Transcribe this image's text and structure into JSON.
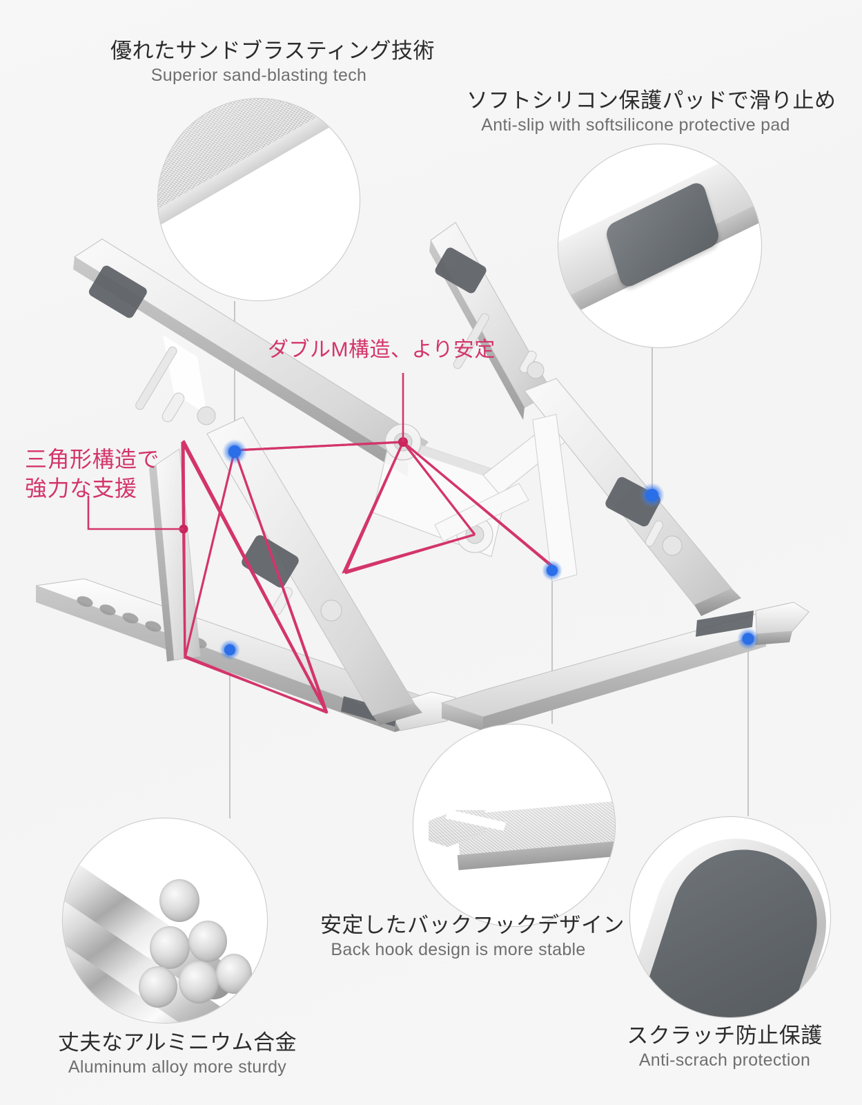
{
  "page": {
    "title": "Laptop stand feature infographic",
    "background_color": "#f5f5f5",
    "accent_pink": "#d3356b",
    "accent_blue": "#2a6ee8",
    "text_dark": "#2c2c2c",
    "text_grey": "#6f6f6f",
    "circle_border": "#c9c9c9"
  },
  "callouts": [
    {
      "id": "sand-blasting",
      "jp": "優れたサンドブラスティング技術",
      "en": "Superior sand-blasting tech",
      "anchor_dot_color": "#2a6ee8",
      "magnifier_subject": "sand-blasted-aluminium-bar"
    },
    {
      "id": "anti-slip-pad",
      "jp": "ソフトシリコン保護パッドで滑り止め",
      "en": "Anti-slip with softsilicone protective pad",
      "anchor_dot_color": "#2a6ee8",
      "magnifier_subject": "silicone-protective-pad"
    },
    {
      "id": "double-m",
      "jp": "ダブルM構造、より安定",
      "en": "",
      "anchor_dot_color": "#d3356b",
      "magnifier_subject": ""
    },
    {
      "id": "triangle-support",
      "jp_line1": "三角形構造で",
      "jp_line2": "強力な支援",
      "en": "",
      "anchor_dot_color": "#d3356b",
      "magnifier_subject": ""
    },
    {
      "id": "back-hook",
      "jp": "安定したバックフックデザイン",
      "en": "Back hook design is more stable",
      "anchor_dot_color": "#2a6ee8",
      "magnifier_subject": "back-hook-tip"
    },
    {
      "id": "aluminium-alloy",
      "jp": "丈夫なアルミニウム合金",
      "en": "Aluminum alloy more sturdy",
      "anchor_dot_color": "#2a6ee8",
      "magnifier_subject": "aluminium-rod-bundle"
    },
    {
      "id": "anti-scratch",
      "jp": "スクラッチ防止保護",
      "en": "Anti-scrach protection",
      "anchor_dot_color": "#2a6ee8",
      "magnifier_subject": "anti-scratch-rubber-pad"
    }
  ],
  "product": {
    "name": "foldable aluminium laptop stand",
    "finish": "silver aluminium",
    "pad_color": "#5e6367"
  }
}
